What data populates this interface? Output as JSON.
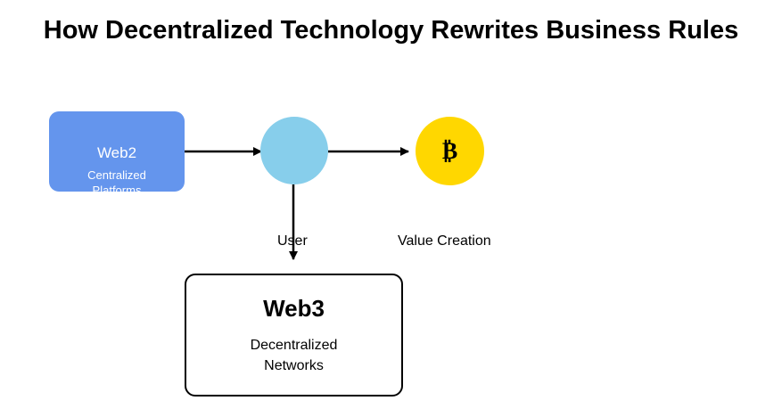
{
  "title": "How Decentralized Technology Rewrites Business Rules",
  "nodes": {
    "web2": {
      "heading": "Web2",
      "subtitle_line1": "Centralized",
      "subtitle_line2": "Platforms",
      "color": "#6495ED"
    },
    "user": {
      "label": "User",
      "color": "#87CEEB"
    },
    "value": {
      "label": "Value Creation",
      "icon": "bitcoin-icon",
      "glyph": "₿",
      "color": "#FFD700"
    },
    "web3": {
      "heading": "Web3",
      "subtitle_line1": "Decentralized",
      "subtitle_line2": "Networks"
    }
  },
  "edges": [
    {
      "from": "web2",
      "to": "user"
    },
    {
      "from": "user",
      "to": "value"
    },
    {
      "from": "user",
      "to": "web3"
    }
  ]
}
